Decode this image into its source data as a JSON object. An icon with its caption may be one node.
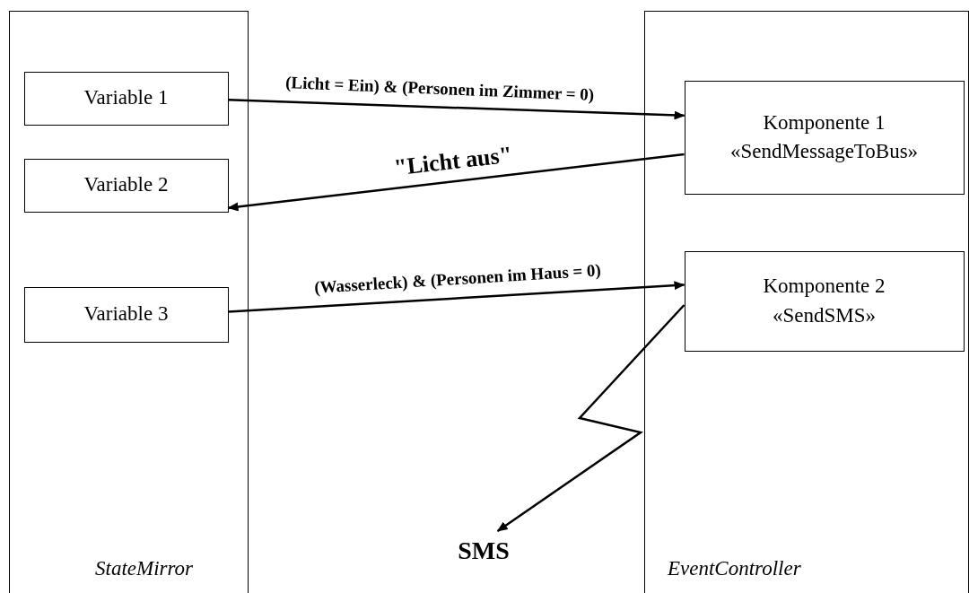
{
  "diagram": {
    "nodes": [
      {
        "text": [
          "StateMirror"
        ]
      },
      {
        "text": [
          "Variable 1"
        ],
        "in": 0
      },
      {
        "text": [
          "Variable 2"
        ],
        "in": 0
      },
      {
        "text": [
          "Variable 3"
        ],
        "in": 0
      },
      {
        "text": [
          "EventController"
        ]
      },
      {
        "text": [
          "Komponente 1",
          "«SendMessageToBus»"
        ],
        "in": 4
      },
      {
        "text": [
          "Komponente 2",
          "«SendSMS»"
        ],
        "in": 4
      },
      {
        "text": [
          "SMS"
        ]
      }
    ],
    "edges": [
      {
        "from": 1,
        "to": 5,
        "arrow": "to",
        "label": "(Licht = Ein) & (Personen im Zimmer = 0)"
      },
      {
        "from": 5,
        "to": 2,
        "arrow": "to",
        "label": "\"Licht aus\""
      },
      {
        "from": 3,
        "to": 6,
        "arrow": "to",
        "label": "(Wasserleck) & (Personen im Haus = 0)"
      },
      {
        "from": 6,
        "to": 7,
        "arrow": "to"
      }
    ]
  }
}
